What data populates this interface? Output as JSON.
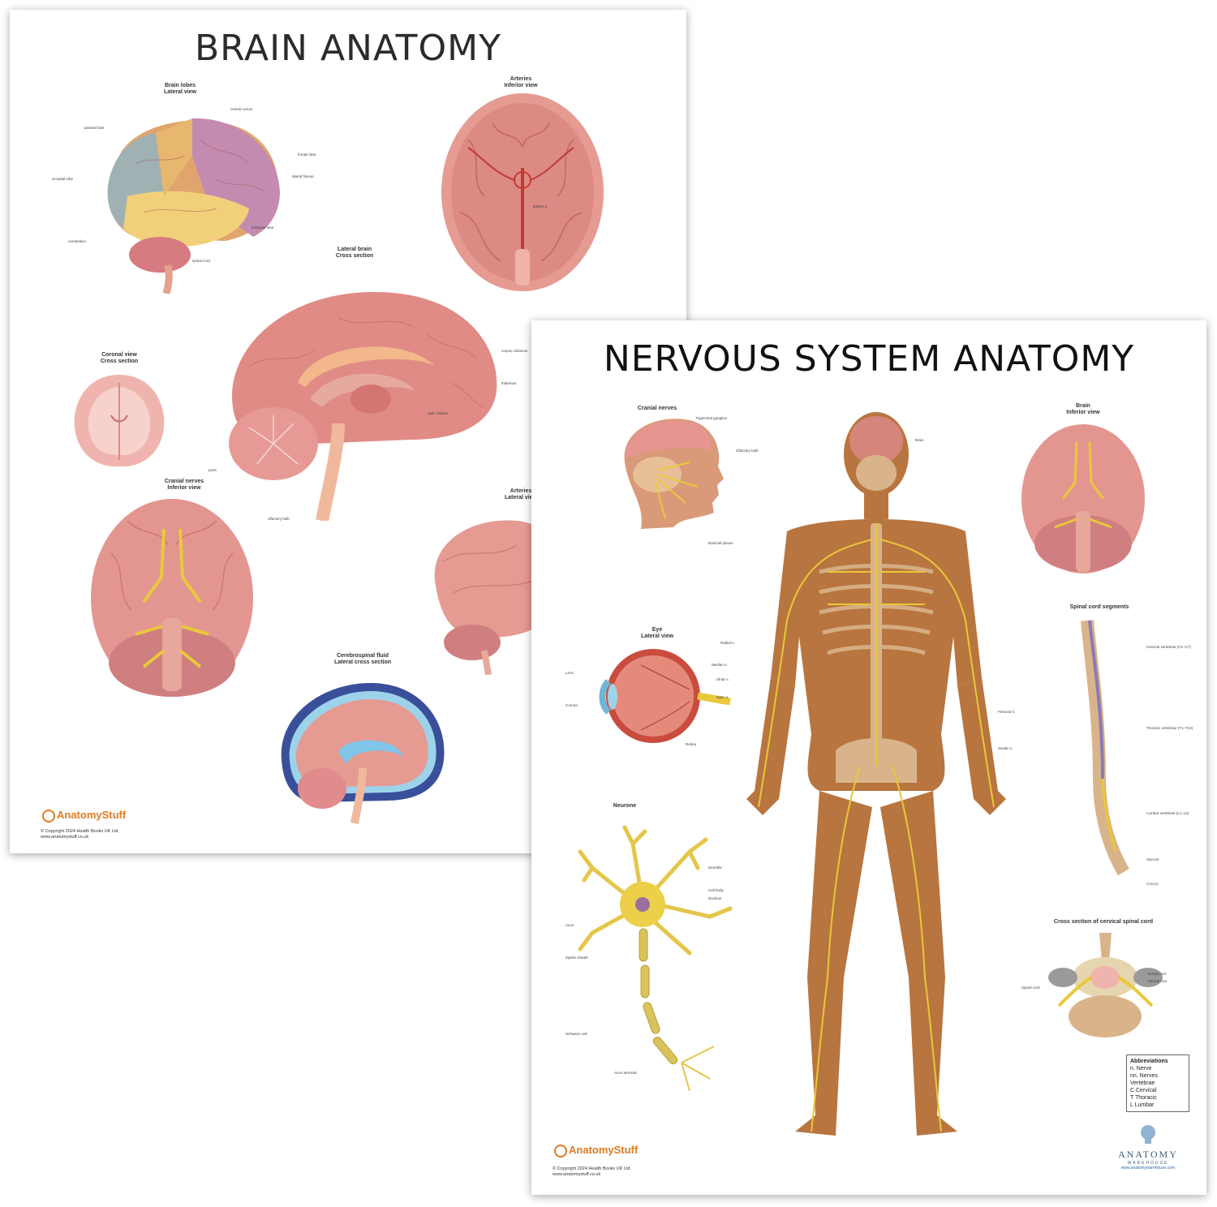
{
  "brain_poster": {
    "title": "BRAIN ANATOMY",
    "sections": {
      "brain_lobes": "Brain lobes",
      "brain_lobes_view": "Lateral view",
      "arteries_inferior": "Arteries",
      "arteries_inferior_view": "Inferior view",
      "lateral_brain": "Lateral brain",
      "lateral_brain_view": "Cross section",
      "coronal": "Coronal view",
      "coronal_view": "Cross section",
      "cranial_nerves": "Cranial nerves",
      "cranial_nerves_view": "Inferior view",
      "arteries_lateral": "Arteries",
      "arteries_lateral_view": "Lateral view",
      "csf": "Cerebrospinal fluid",
      "csf_view": "Lateral cross section"
    },
    "labels": {
      "frontal_lobe": "frontal lobe",
      "parietal_lobe": "parietal lobe",
      "occipital_lobe": "occipital lobe",
      "temporal_lobe": "temporal lobe",
      "cerebellum": "cerebellum",
      "spinal_cord": "spinal cord",
      "central_sulcus": "central sulcus",
      "lateral_fissure": "lateral fissure",
      "corpus_callosum": "corpus callosum",
      "thalamus": "thalamus",
      "pons": "pons",
      "olfactory_bulb": "olfactory bulb",
      "optic_chiasm": "optic chiasm",
      "basilar_artery": "basilar a."
    },
    "logo": "AnatomyStuff",
    "copyright": "© Copyright 2024 Health Books UK Ltd.",
    "url": "www.anatomystuff.co.uk"
  },
  "nerve_poster": {
    "title": "NERVOUS SYSTEM ANATOMY",
    "sections": {
      "cranial_nerves": "Cranial nerves",
      "brain": "Brain",
      "brain_view": "Inferior view",
      "eye": "Eye",
      "eye_view": "Lateral view",
      "spinal_segments": "Spinal cord segments",
      "neurone": "Neurone",
      "cross_section": "Cross section of cervical spinal cord"
    },
    "labels": {
      "brain": "Brain",
      "trigeminal_ganglion": "Trigeminal ganglion",
      "olfactory_bulb": "Olfactory bulb",
      "brachial_plexus": "Brachial plexus",
      "radial_n": "Radial n.",
      "median_n": "Median n.",
      "ulnar_n": "Ulnar n.",
      "sciatic_n": "Sciatic n.",
      "femoral_n": "Femoral n.",
      "dendrite": "Dendrite",
      "cell_body": "Cell body",
      "nucleus": "Nucleus",
      "axon": "Axon",
      "myelin_sheath": "Myelin sheath",
      "schwann_cell": "Schwann cell",
      "axon_terminal": "Axon terminal",
      "cervical_vertebrae": "Cervical vertebrae (C1–C7)",
      "thoracic_vertebrae": "Thoracic vertebrae (T1–T12)",
      "lumbar_vertebrae": "Lumbar vertebrae (L1–L5)",
      "sacrum": "Sacrum",
      "coccyx": "Coccyx",
      "spinal_cord": "Spinal cord",
      "dorsal_root": "Dorsal root",
      "ventral_root": "Ventral root",
      "retina": "Retina",
      "cornea": "Cornea",
      "lens": "Lens",
      "optic_n": "Optic n."
    },
    "abbreviations": {
      "heading": "Abbreviations",
      "n": "n.  Nerve",
      "nn": "nn.  Nerves",
      "vertebrae": "Vertebrae",
      "c": "C  Cervical",
      "t": "T  Thoracic",
      "l": "L  Lumbar"
    },
    "logo": "AnatomyStuff",
    "copyright": "© Copyright 2024 Health Books UK Ltd.",
    "url": "www.anatomystuff.co.uk",
    "warehouse": {
      "name": "ANATOMY",
      "sub": "WAREHOUSE",
      "url": "www.anatomywarehouse.com"
    }
  },
  "colors": {
    "brain_pink": "#e59a92",
    "brain_dark": "#c9675f",
    "nerve_yellow": "#e9c83a",
    "skin": "#b8753f",
    "bone": "#d9b48a",
    "logo_orange": "#e07a1f"
  }
}
